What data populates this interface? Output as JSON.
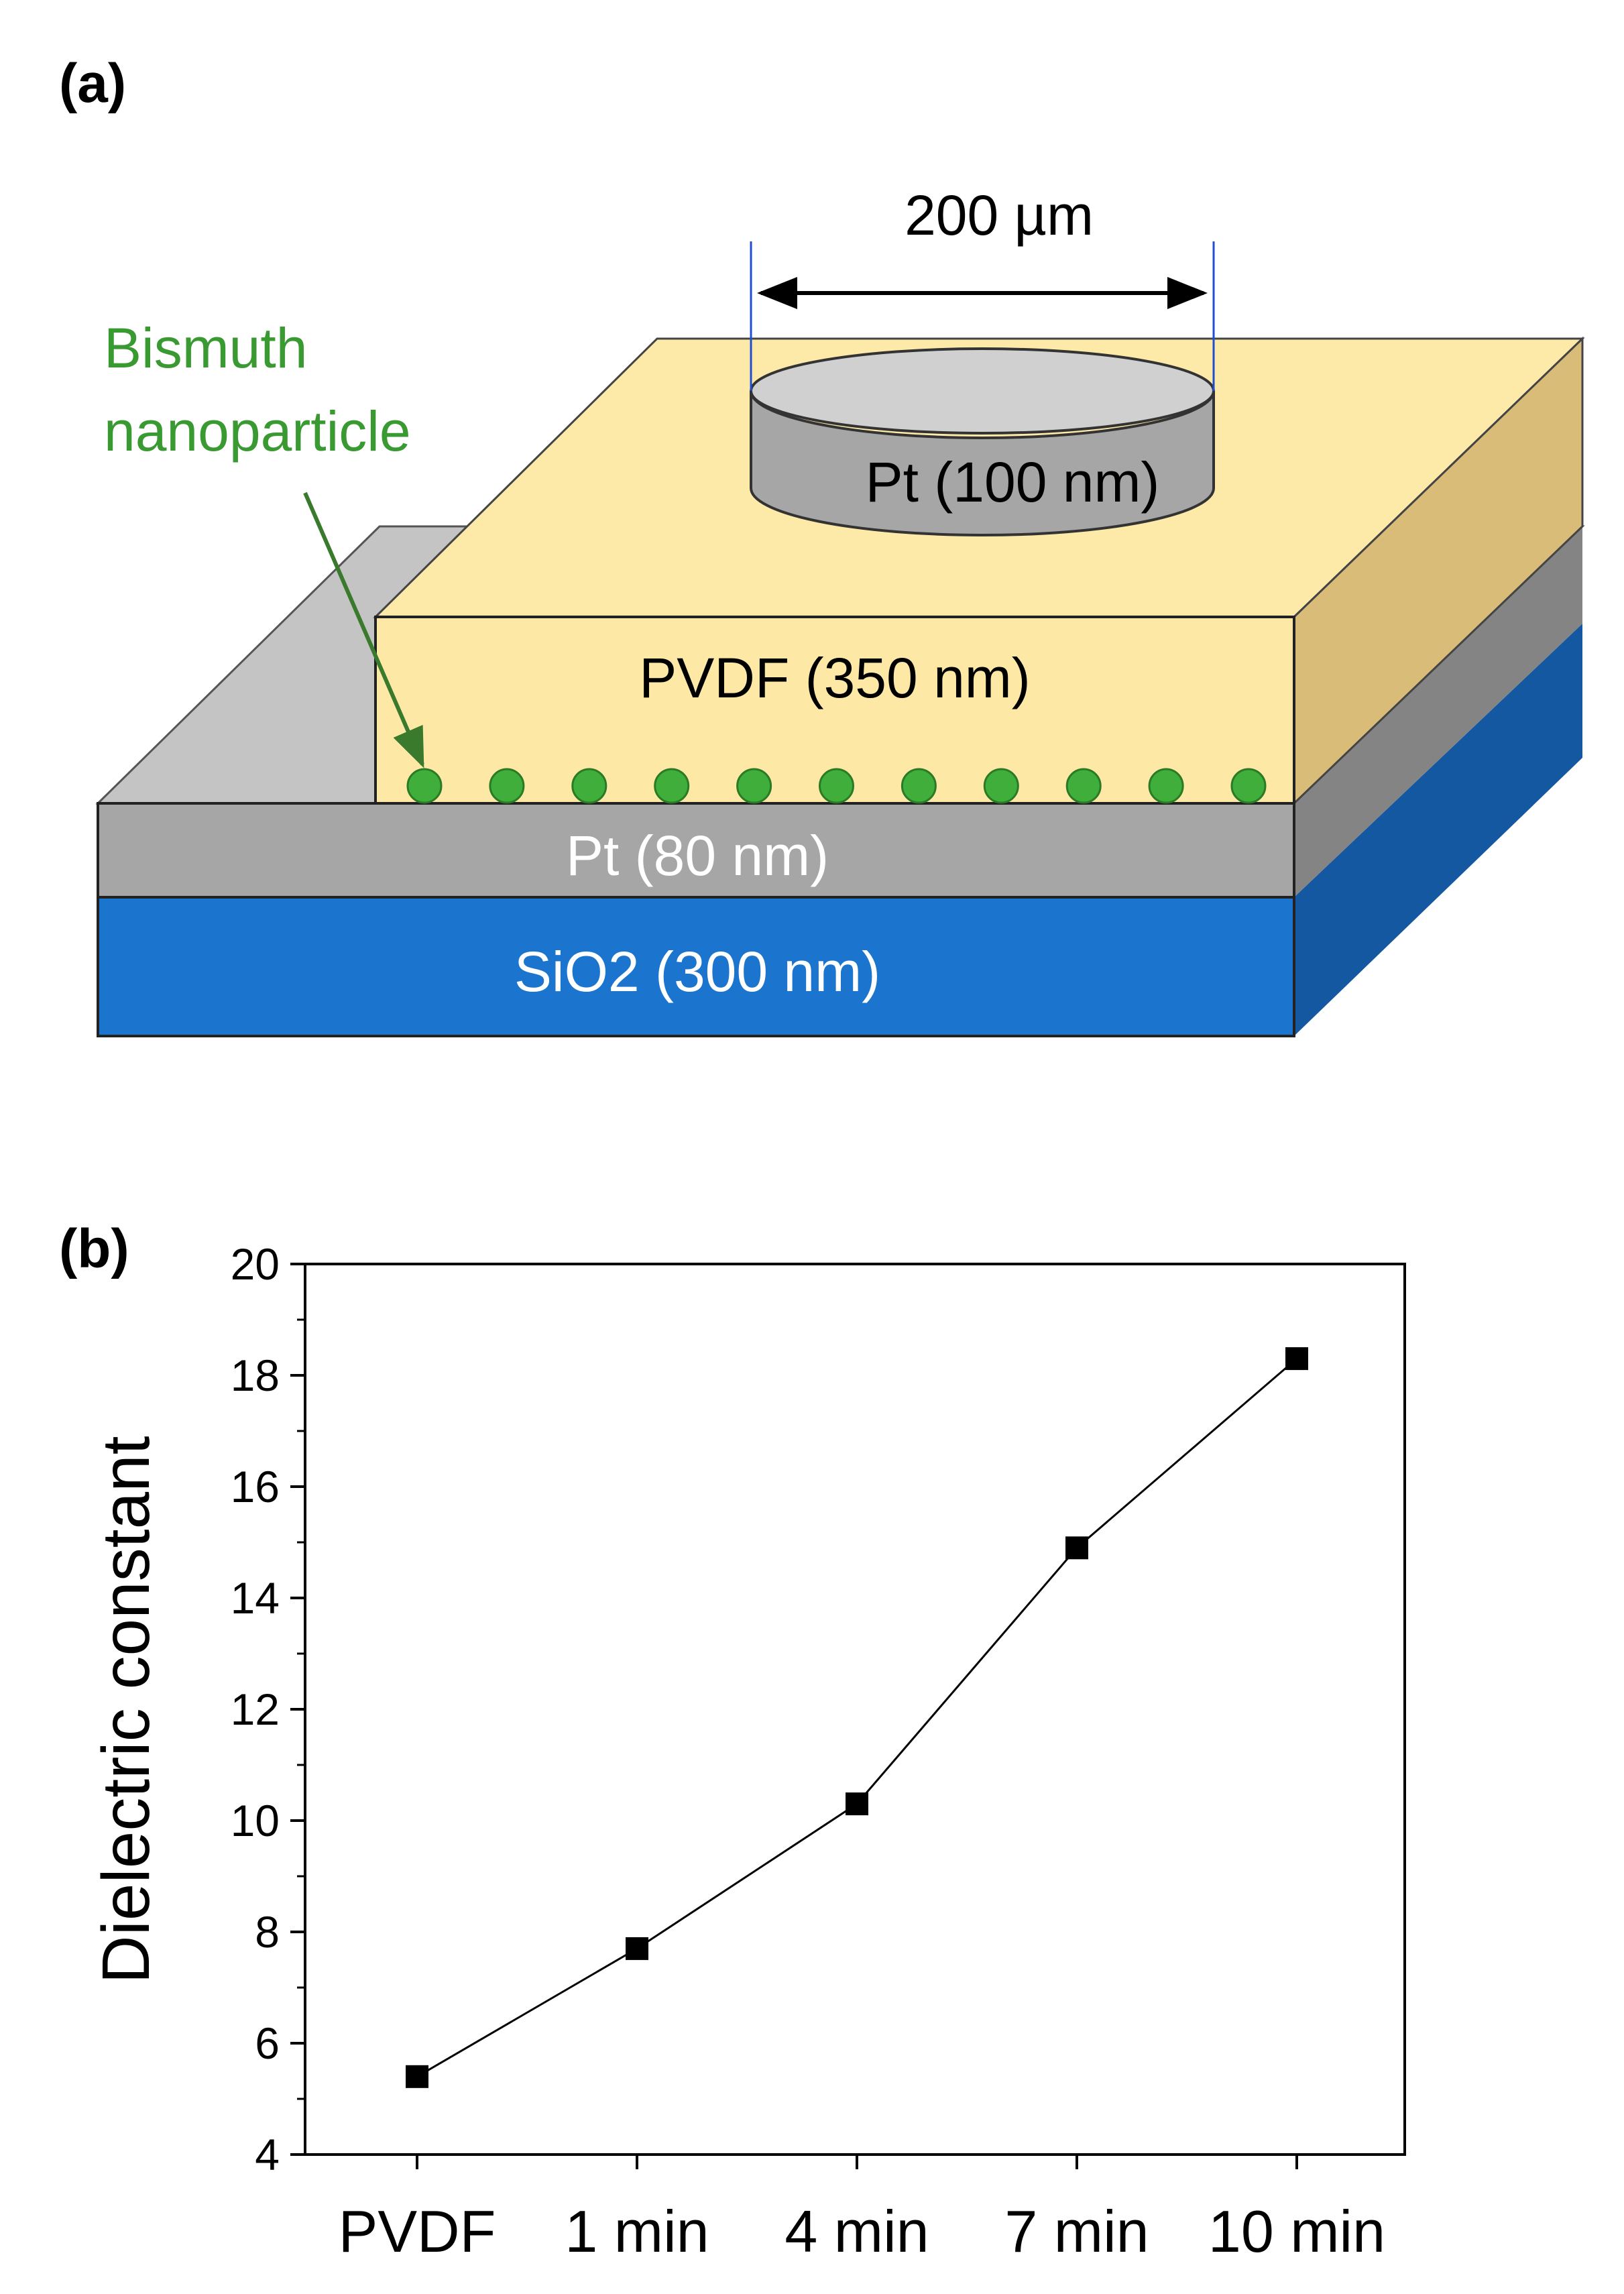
{
  "panel_a": {
    "label": "(a)",
    "dimension_label": "200 µm",
    "nanoparticle_label": [
      "Bismuth",
      "nanoparticle"
    ],
    "electrode_label": "Pt (100 nm)",
    "pvdf_label": "PVDF (350 nm)",
    "bottom_pt_label": "Pt (80 nm)",
    "sio2_label": "SiO2 (300 nm)",
    "nanoparticle_count": 11,
    "colors": {
      "pvdf_front": "#fee8a6",
      "pvdf_top": "#fde9a8",
      "pvdf_side": "#d8bc78",
      "pt_front": "#a6a6a6",
      "pt_top": "#c4c4c4",
      "pt_side": "#848484",
      "sio2_front": "#1b74ce",
      "sio2_side": "#1458a2",
      "electrode_top": "#d0d0d0",
      "electrode_side": "#a6a6a6",
      "nanoparticle": "#3fae3a",
      "nanoparticle_text": "#3a9a32"
    }
  },
  "panel_b": {
    "label": "(b)",
    "chart_data": {
      "type": "line",
      "categories": [
        "PVDF",
        "1 min",
        "4 min",
        "7 min",
        "10 min"
      ],
      "series": [
        {
          "values": [
            5.4,
            7.7,
            10.3,
            14.9,
            18.3
          ]
        }
      ],
      "ylabel": "Dielectric constant",
      "xlabel": "",
      "ylim": [
        4,
        20
      ],
      "yticks": [
        4,
        6,
        8,
        10,
        12,
        14,
        16,
        18,
        20
      ],
      "marker": "square",
      "grid": false,
      "colors": {
        "line": "#000000",
        "marker": "#000000"
      }
    }
  }
}
